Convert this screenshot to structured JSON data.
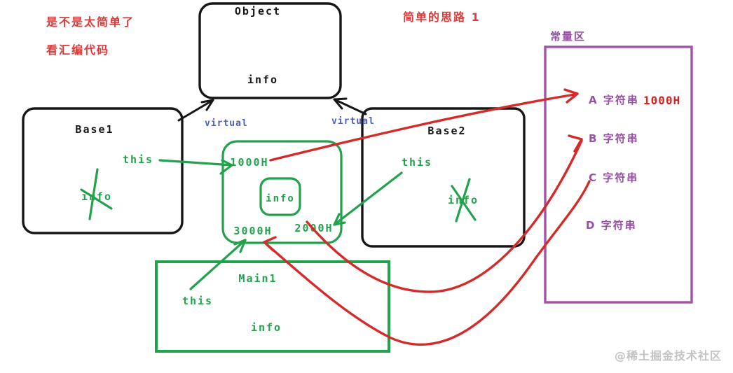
{
  "palette": {
    "red": "#d42a2a",
    "green": "#22a24d",
    "purple": "#9750a3",
    "blue": "#5061bd",
    "black": "#161616",
    "watermark_gray": "#c3c3c3"
  },
  "annotations": {
    "note_top_left_line1": "是不是太简单了",
    "note_top_left_line2": "看汇编代码",
    "note_top_center": "简单的思路 1",
    "watermark": "@稀土掘金技术社区"
  },
  "object_box": {
    "title": "Object",
    "member": "info"
  },
  "base1_box": {
    "title": "Base1",
    "pointer_label": "this",
    "member": "info"
  },
  "base2_box": {
    "title": "Base2",
    "pointer_label": "this",
    "member": "info"
  },
  "main1_box": {
    "title": "Main1",
    "pointer_label": "this",
    "member": "info"
  },
  "vtable_box": {
    "address_top": "1000H",
    "member": "info",
    "address_bottom_left": "3000H",
    "address_bottom_right": "2000H"
  },
  "inheritance": {
    "left_label": "virtual",
    "right_label": "virtual"
  },
  "constant_area": {
    "title": "常量区",
    "entries": [
      {
        "label": "A 字符串",
        "address": "1000H"
      },
      {
        "label": "B 字符串",
        "address": ""
      },
      {
        "label": "C 字符串",
        "address": ""
      },
      {
        "label": "D 字符串",
        "address": ""
      }
    ]
  }
}
